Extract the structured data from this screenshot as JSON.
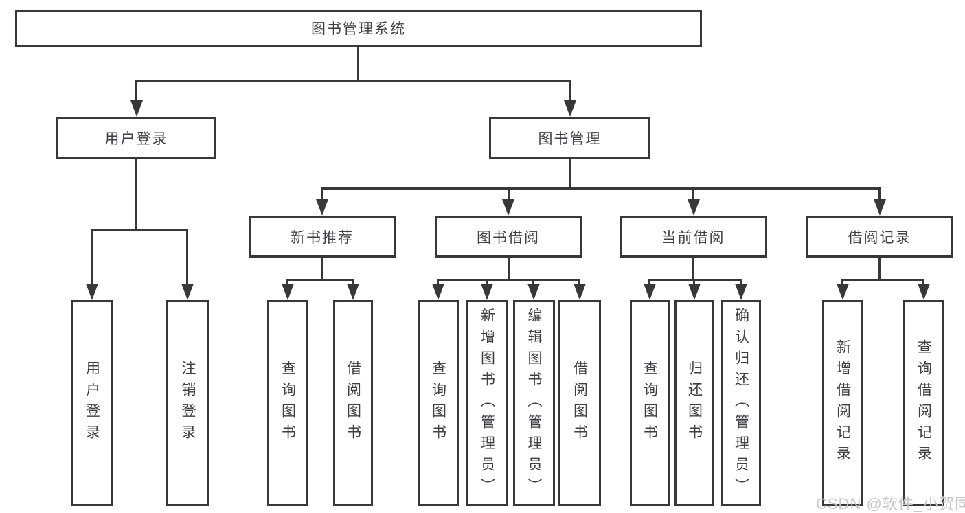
{
  "colors": {
    "line": "#383838",
    "text": "#3f3f45",
    "watermark": "#c6c6c6",
    "background": "#ffffff"
  },
  "diagram": {
    "root": {
      "label": "图书管理系统"
    },
    "level2": [
      {
        "label": "用户登录"
      },
      {
        "label": "图书管理"
      }
    ],
    "level3": [
      {
        "label": "新书推荐"
      },
      {
        "label": "图书借阅"
      },
      {
        "label": "当前借阅"
      },
      {
        "label": "借阅记录"
      }
    ],
    "leaves": [
      {
        "label": "用户登录"
      },
      {
        "label": "注销登录"
      },
      {
        "label": "查询图书"
      },
      {
        "label": "借阅图书"
      },
      {
        "label": "查询图书"
      },
      {
        "label": "新增图书（管理员）"
      },
      {
        "label": "编辑图书（管理员）"
      },
      {
        "label": "借阅图书"
      },
      {
        "label": "查询图书"
      },
      {
        "label": "归还图书"
      },
      {
        "label": "确认归还（管理员）"
      },
      {
        "label": "新增借阅记录"
      },
      {
        "label": "查询借阅记录"
      }
    ]
  },
  "watermark": {
    "text": "CSDN @软件_小贺同学"
  }
}
